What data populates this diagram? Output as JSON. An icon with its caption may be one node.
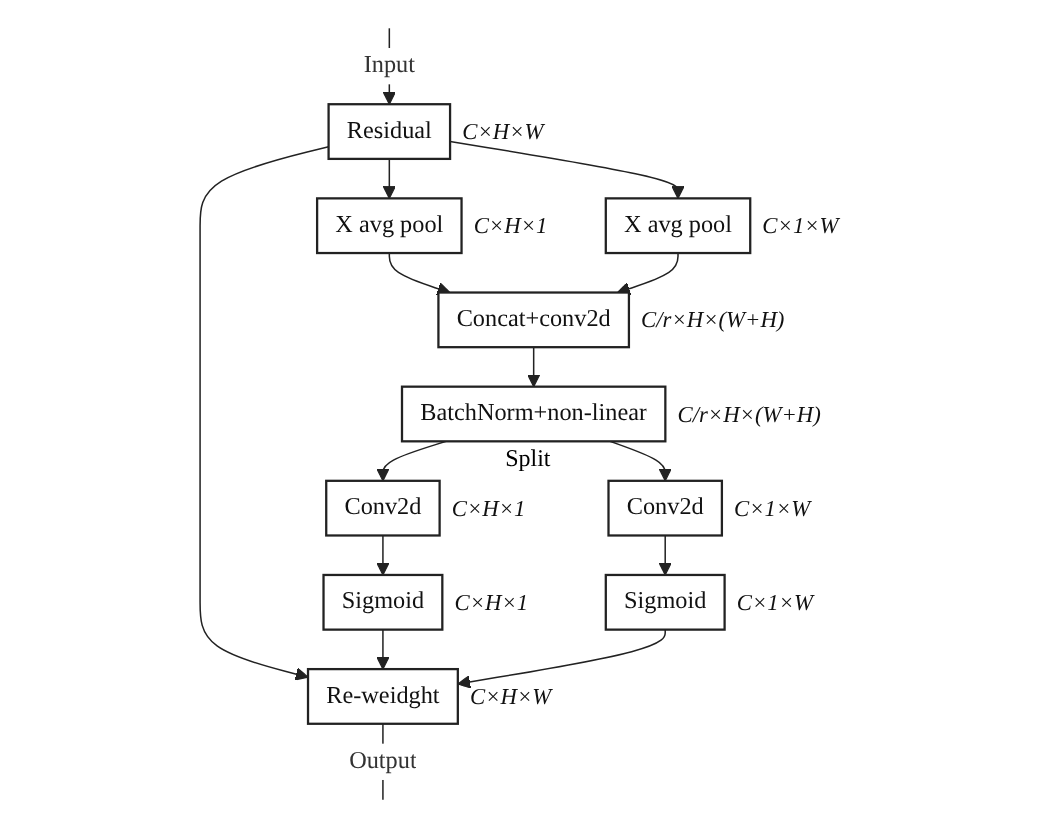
{
  "diagram": {
    "nodes": [
      {
        "text": [
          "Residual"
        ],
        "beside": [
          "C×H×W"
        ]
      },
      {
        "text": [
          "X avg pool"
        ],
        "beside": [
          "C×H×1"
        ]
      },
      {
        "text": [
          "X avg pool"
        ],
        "beside": [
          "C×1×W"
        ]
      },
      {
        "text": [
          "Concat+conv2d"
        ],
        "beside": [
          "C/r×H×(W+H)"
        ]
      },
      {
        "text": [
          "BatchNorm+non-linear"
        ],
        "beside": [
          "C/r×H×(W+H)"
        ]
      },
      {
        "text": [
          "Conv2d"
        ],
        "beside": [
          "C×H×1"
        ]
      },
      {
        "text": [
          "Conv2d"
        ],
        "beside": [
          "C×1×W"
        ]
      },
      {
        "text": [
          "Sigmoid"
        ],
        "beside": [
          "C×H×1"
        ]
      },
      {
        "text": [
          "Sigmoid"
        ],
        "beside": [
          "C×1×W"
        ]
      },
      {
        "text": [
          "Re-weidght"
        ],
        "beside": [
          "C×H×W"
        ]
      }
    ],
    "edges": [
      {
        "from": null,
        "to": 0,
        "arrow": "to",
        "label": "Input"
      },
      {
        "from": 0,
        "to": 1,
        "arrow": "to"
      },
      {
        "from": 0,
        "to": 2,
        "arrow": "to"
      },
      {
        "from": 0,
        "to": 9,
        "arrow": "to"
      },
      {
        "from": 1,
        "to": 3,
        "arrow": "to"
      },
      {
        "from": 2,
        "to": 3,
        "arrow": "to"
      },
      {
        "from": 3,
        "to": 4,
        "arrow": "to"
      },
      {
        "from": 4,
        "to": 5,
        "arrow": "to"
      },
      {
        "from": 4,
        "to": 6,
        "arrow": "to"
      },
      {
        "from": 5,
        "to": 7,
        "arrow": "to"
      },
      {
        "from": 6,
        "to": 8,
        "arrow": "to"
      },
      {
        "from": 7,
        "to": 9,
        "arrow": "to"
      },
      {
        "from": 8,
        "to": 9,
        "arrow": "to"
      },
      {
        "from": 9,
        "to": null,
        "arrow": "none",
        "label": "Output"
      }
    ],
    "labels": [
      "Split"
    ]
  }
}
